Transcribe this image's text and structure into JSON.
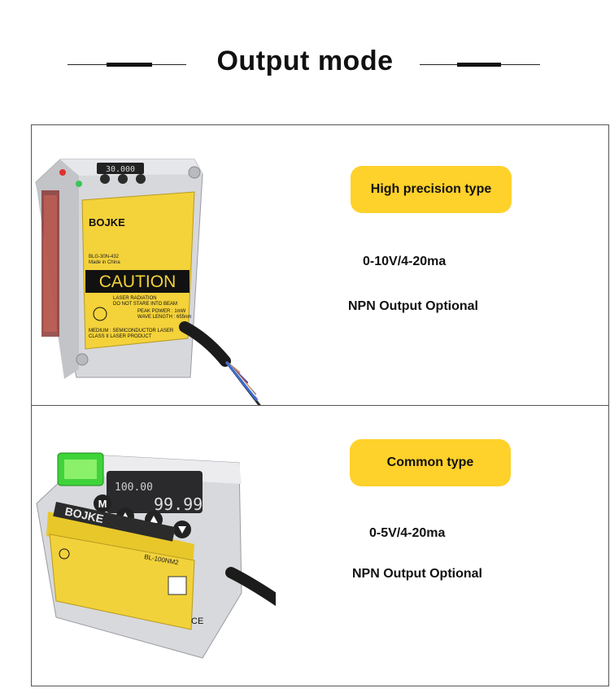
{
  "header": {
    "title": "Output mode"
  },
  "products": [
    {
      "badge": "High precision type",
      "range": "0-10V/4-20ma",
      "output": "NPN Output Optional",
      "image": {
        "brand": "BOJKE",
        "warning": "CAUTION",
        "display": "30.000",
        "laser_lines": [
          "LASER RADIATION",
          "DO NOT STARE INTO BEAM"
        ],
        "peak_lines": [
          "PEAK POWER : 1mW",
          "WAVE LENGTH : 655nm"
        ],
        "class_lines": [
          "MEDIUM : SEMICONDUCTOR LASER",
          "CLASS II LASER PRODUCT"
        ],
        "model": "BLG-30N-432",
        "made_in": "Made in China",
        "wires": [
          {
            "color": "#c8a06a"
          },
          {
            "color": "#6a4a9a"
          },
          {
            "color": "#888888"
          },
          {
            "color": "#e08a3a"
          },
          {
            "color": "#e890b8"
          },
          {
            "color": "#2a2a2a"
          },
          {
            "color": "#f2f2f2"
          },
          {
            "color": "#3a6ad0"
          }
        ]
      }
    },
    {
      "badge": "Common type",
      "range": "0-5V/4-20ma",
      "output": "NPN Output Optional",
      "image": {
        "brand": "BOJKE",
        "model": "BL-100NM2",
        "display_small": "100.00",
        "display_big": "99.99",
        "wires": [
          {
            "color": "#c8a06a"
          },
          {
            "color": "#6a4a9a"
          },
          {
            "color": "#e08a3a"
          },
          {
            "color": "#e890b8"
          },
          {
            "color": "#2a2a2a"
          },
          {
            "color": "#f2f2f2"
          },
          {
            "color": "#3a6ad0"
          }
        ]
      }
    }
  ]
}
